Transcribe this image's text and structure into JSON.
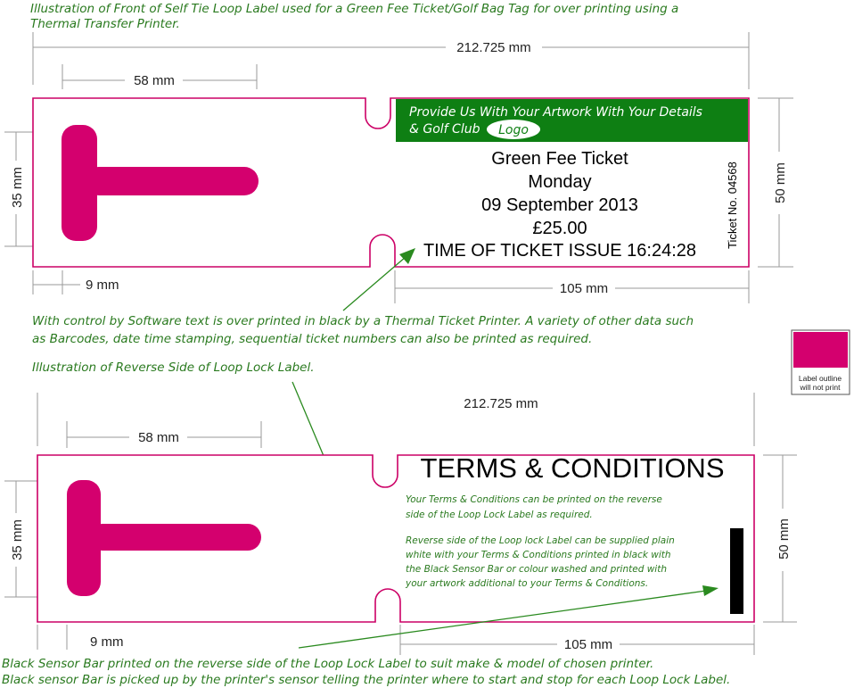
{
  "colors": {
    "label_outline": "#cc0066",
    "t_shape": "#d4006e",
    "header_band": "#0e7f13",
    "annotation_text": "#2a7a1f",
    "sensor_bar": "#000000"
  },
  "front": {
    "caption_line1": "Illustration of Front of Self Tie Loop Label used for a Green Fee Ticket/Golf Bag Tag for over printing using a",
    "caption_line2": "Thermal Transfer Printer.",
    "dims": {
      "overall": "212.725 mm",
      "tab": "58 mm",
      "height_left": "35 mm",
      "height_right": "50 mm",
      "gap": "9 mm",
      "ticket_width": "105 mm"
    },
    "header_line1": "Provide Us With Your Artwork With Your Details",
    "header_line2": "& Golf Club",
    "logo": "Logo",
    "ticket_title": "Green Fee Ticket",
    "day": "Monday",
    "date": "09 September 2013",
    "price": "£25.00",
    "issue_time": "TIME OF TICKET ISSUE 16:24:28",
    "ticket_no": "Ticket No. 04568"
  },
  "note_software_line1": "With control by Software text is over printed in black by a Thermal Ticket Printer. A variety of other data such",
  "note_software_line2": "as Barcodes, date time stamping, sequential ticket numbers can also be printed as required.",
  "legend": {
    "label_line1": "Label outline",
    "label_line2": "will not print"
  },
  "reverse": {
    "caption": "Illustration of Reverse Side of Loop Lock Label.",
    "dims": {
      "overall": "212.725 mm",
      "tab": "58 mm",
      "height_left": "35 mm",
      "height_right": "50 mm",
      "gap": "9 mm",
      "ticket_width": "105 mm"
    },
    "terms_title": "TERMS & CONDITIONS",
    "para1_line1": "Your Terms & Conditions can be printed on the reverse",
    "para1_line2": "side of the Loop Lock Label as required.",
    "para2_line1": "Reverse side of the Loop lock Label can be supplied plain",
    "para2_line2": "white with your Terms & Conditions printed in black with",
    "para2_line3": "the Black Sensor Bar or colour washed and printed with",
    "para2_line4": "your artwork additional to your Terms & Conditions."
  },
  "note_sensor_line1": "Black Sensor Bar printed on the reverse side of the Loop Lock Label to suit make & model of chosen printer.",
  "note_sensor_line2": "Black sensor Bar is picked up by the printer's sensor telling the printer where to start and stop for each Loop Lock Label."
}
